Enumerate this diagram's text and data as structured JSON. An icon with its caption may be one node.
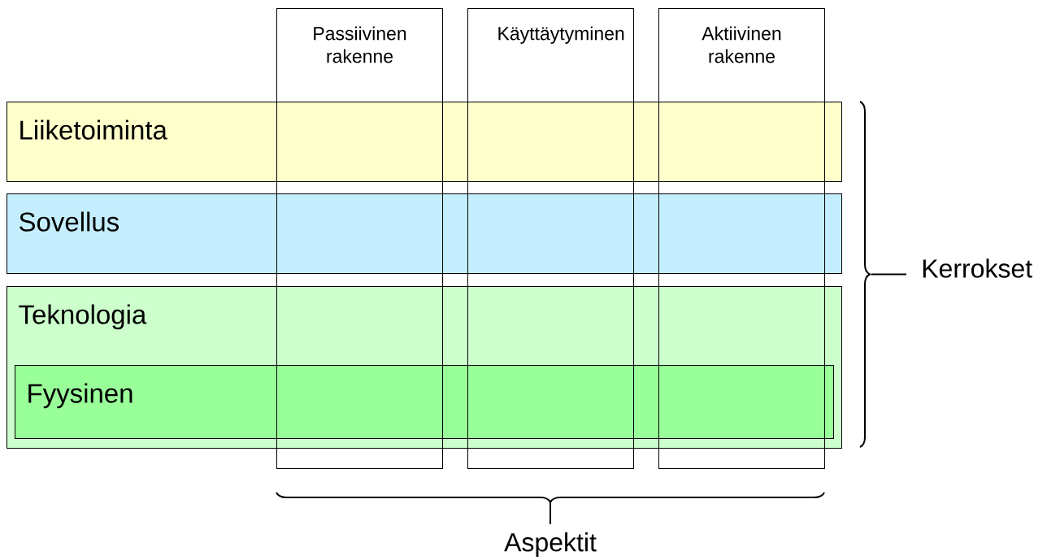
{
  "diagram": {
    "nodes": [
      {
        "text": [
          "Passiivinen rakenne"
        ]
      },
      {
        "text": [
          "Käyttäytyminen"
        ]
      },
      {
        "text": [
          "Aktiivinen rakenne"
        ]
      },
      {
        "text": [
          "Liiketoiminta"
        ]
      },
      {
        "text": [
          "Sovellus"
        ]
      },
      {
        "text": [
          "Teknologia"
        ]
      },
      {
        "text": [
          "Fyysinen"
        ],
        "in": 5
      }
    ],
    "labels": [
      "Kerrokset",
      "Aspektit"
    ]
  }
}
